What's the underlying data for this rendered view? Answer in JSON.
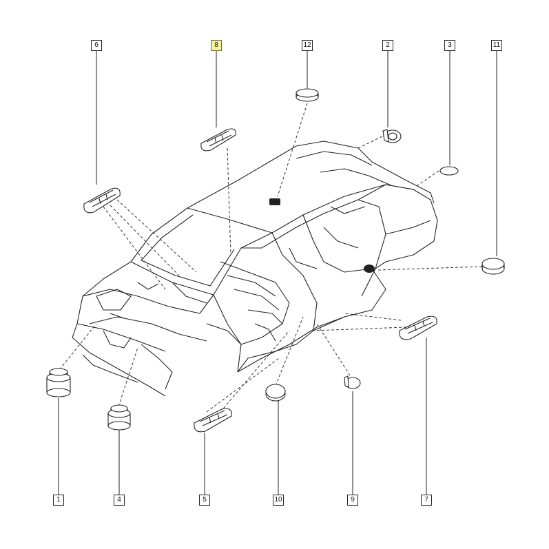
{
  "callouts": {
    "c1": "1",
    "c2": "2",
    "c3": "3",
    "c4": "4",
    "c5": "5",
    "c6": "6",
    "c7": "7",
    "c8": "8",
    "c9": "9",
    "c10": "10",
    "c11": "11",
    "c12": "12"
  },
  "highlighted_callout": "8",
  "colors": {
    "line": "#222222",
    "highlight": "#f6f29a",
    "background": "#ffffff"
  }
}
